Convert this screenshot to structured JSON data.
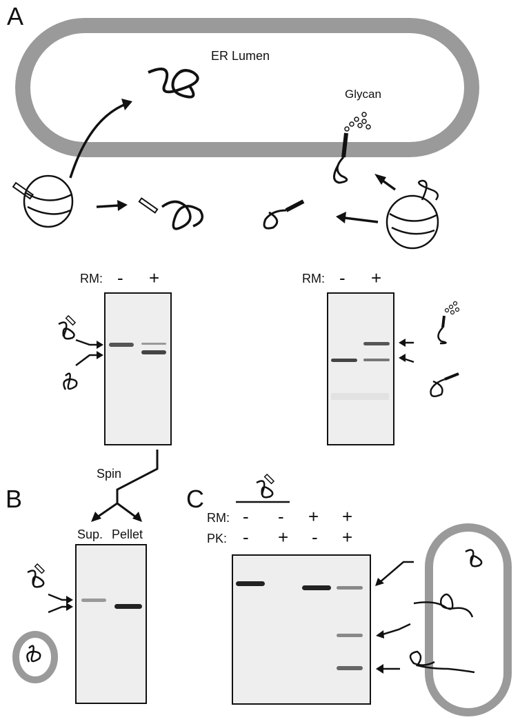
{
  "panels": {
    "a": "A",
    "b": "B",
    "c": "C"
  },
  "labels": {
    "er_lumen": "ER Lumen",
    "glycan": "Glycan",
    "spin": "Spin",
    "sup": "Sup.",
    "pellet": "Pellet"
  },
  "gel_left": {
    "row_label": "RM:",
    "signs": [
      "-",
      "+"
    ]
  },
  "gel_right": {
    "row_label": "RM:",
    "signs": [
      "-",
      "+"
    ]
  },
  "gel_c": {
    "rm_label": "RM:",
    "rm_signs": [
      "-",
      "-",
      "+",
      "+"
    ],
    "pk_label": "PK:",
    "pk_signs": [
      "-",
      "+",
      "-",
      "+"
    ]
  },
  "colors": {
    "membrane": "#9a9a9a",
    "ink": "#111111",
    "gel_bg": "#eeeeee"
  }
}
